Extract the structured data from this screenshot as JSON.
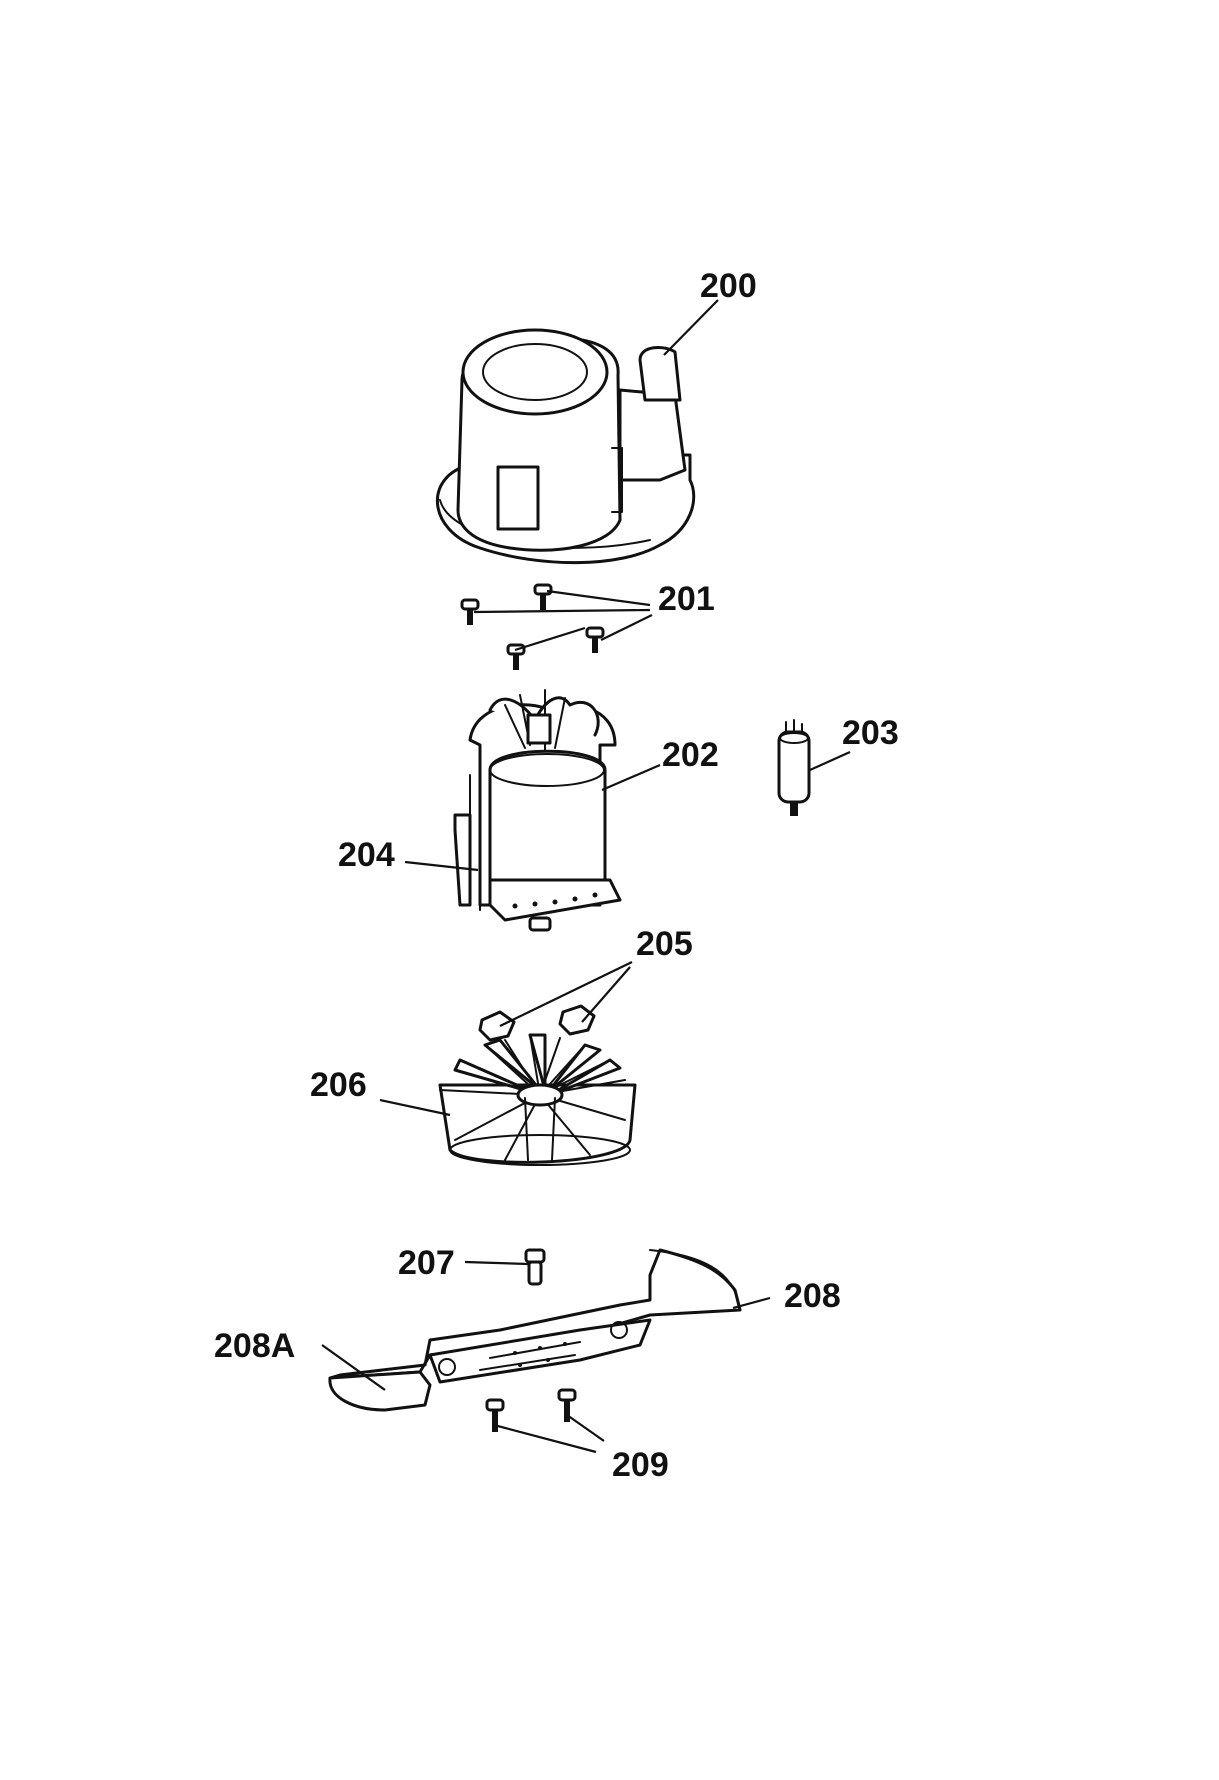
{
  "labels": {
    "p200": "200",
    "p201": "201",
    "p202": "202",
    "p203": "203",
    "p204": "204",
    "p205": "205",
    "p206": "206",
    "p207": "207",
    "p208": "208",
    "p208a": "208A",
    "p209": "209"
  }
}
